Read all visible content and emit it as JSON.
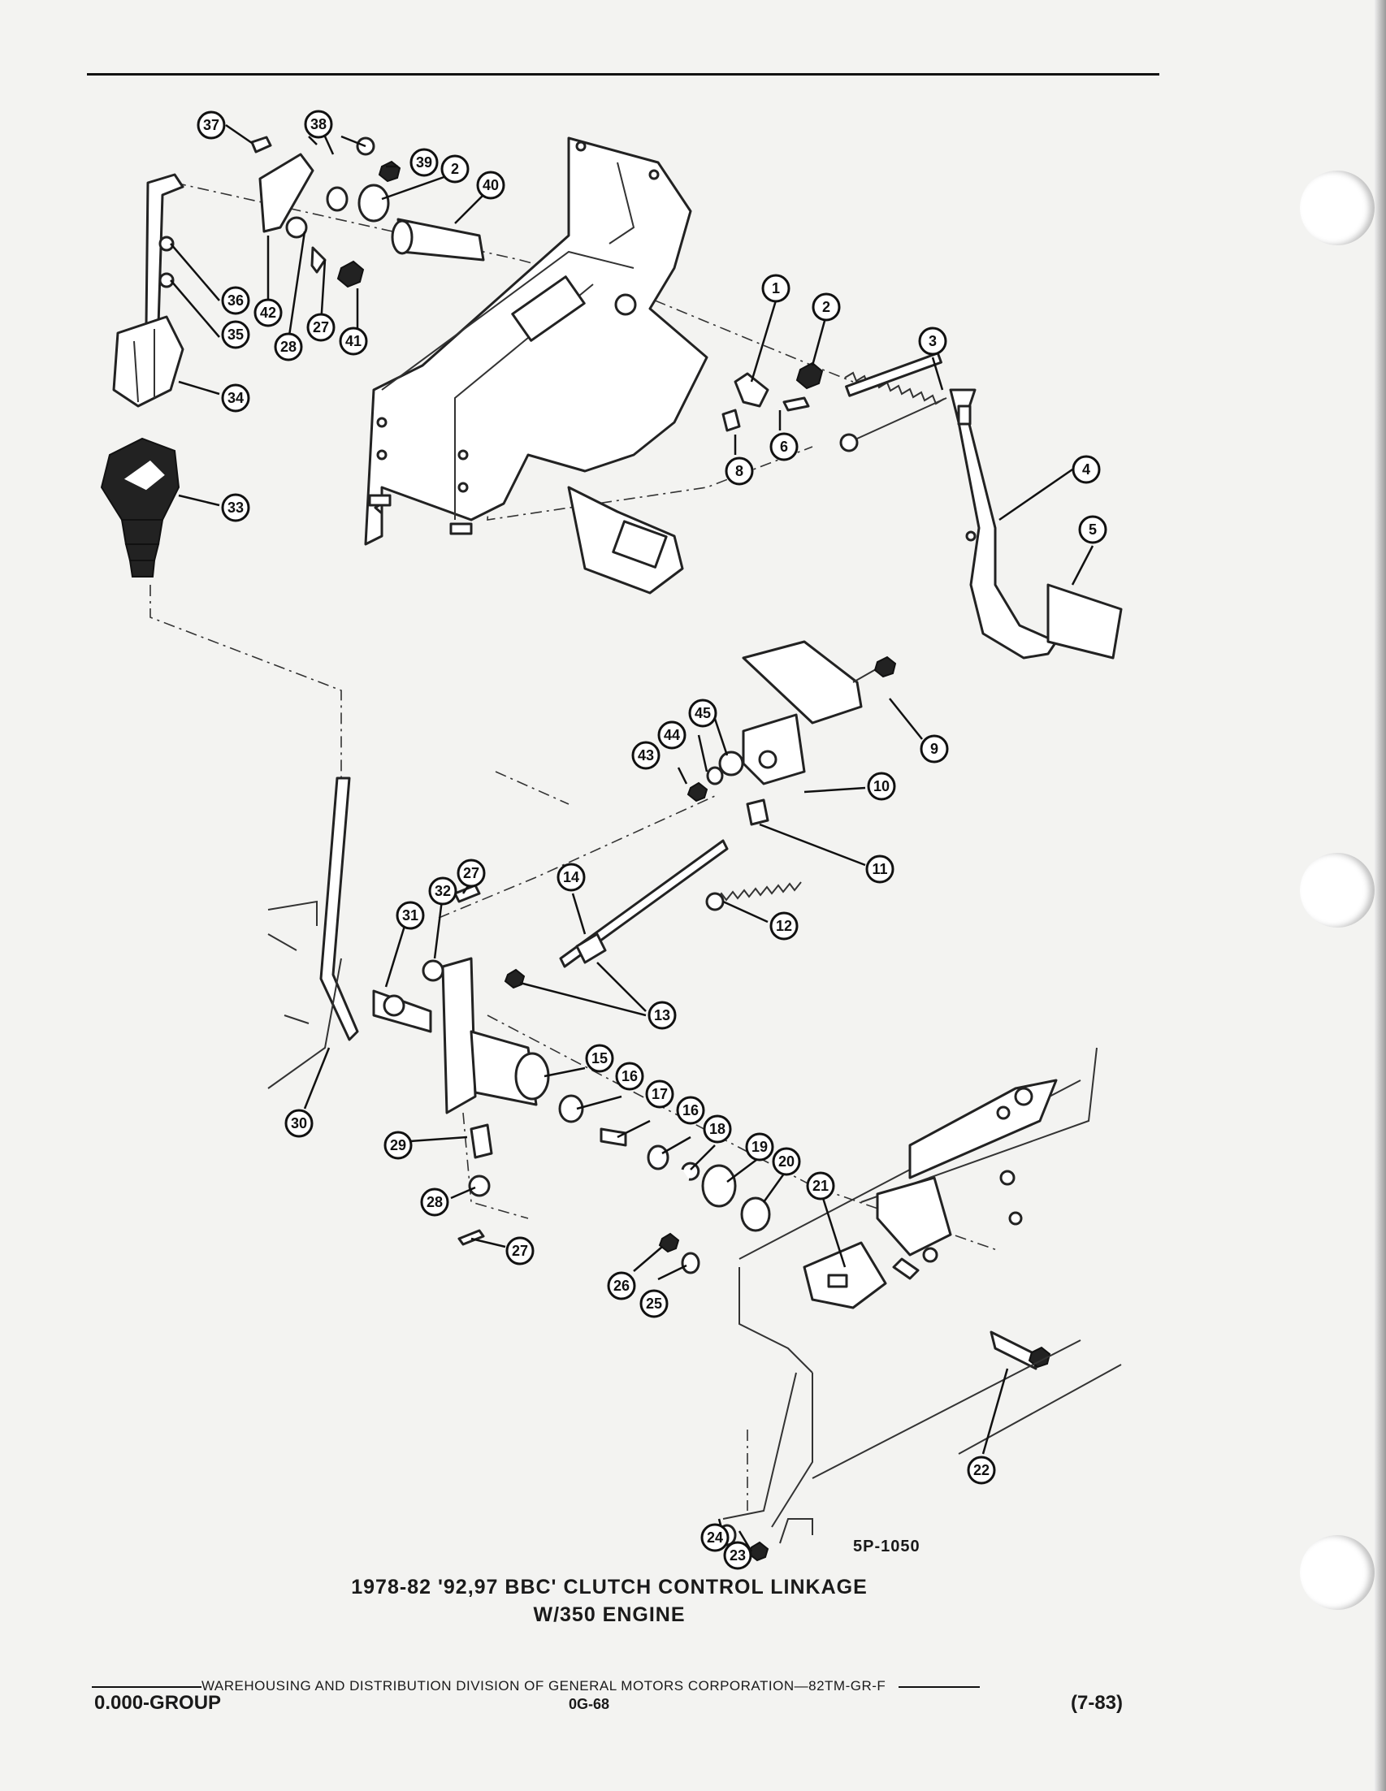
{
  "figure": {
    "code": "5P-1050",
    "caption_line1": "1978-82 '92,97 BBC' CLUTCH CONTROL LINKAGE",
    "caption_line2": "W/350 ENGINE"
  },
  "callouts": [
    "1",
    "2",
    "2",
    "3",
    "4",
    "5",
    "6",
    "8",
    "9",
    "10",
    "11",
    "12",
    "13",
    "14",
    "15",
    "16",
    "16",
    "17",
    "18",
    "19",
    "20",
    "21",
    "22",
    "23",
    "24",
    "25",
    "26",
    "27",
    "27",
    "27",
    "28",
    "28",
    "29",
    "30",
    "31",
    "32",
    "33",
    "34",
    "35",
    "36",
    "37",
    "38",
    "39",
    "40",
    "41",
    "42",
    "43",
    "44",
    "45"
  ],
  "footer": {
    "division": "WAREHOUSING AND DISTRIBUTION DIVISION OF GENERAL MOTORS CORPORATION—82TM-GR-F",
    "group": "0.000-GROUP",
    "page": "0G-68",
    "date_code": "(7-83)"
  }
}
